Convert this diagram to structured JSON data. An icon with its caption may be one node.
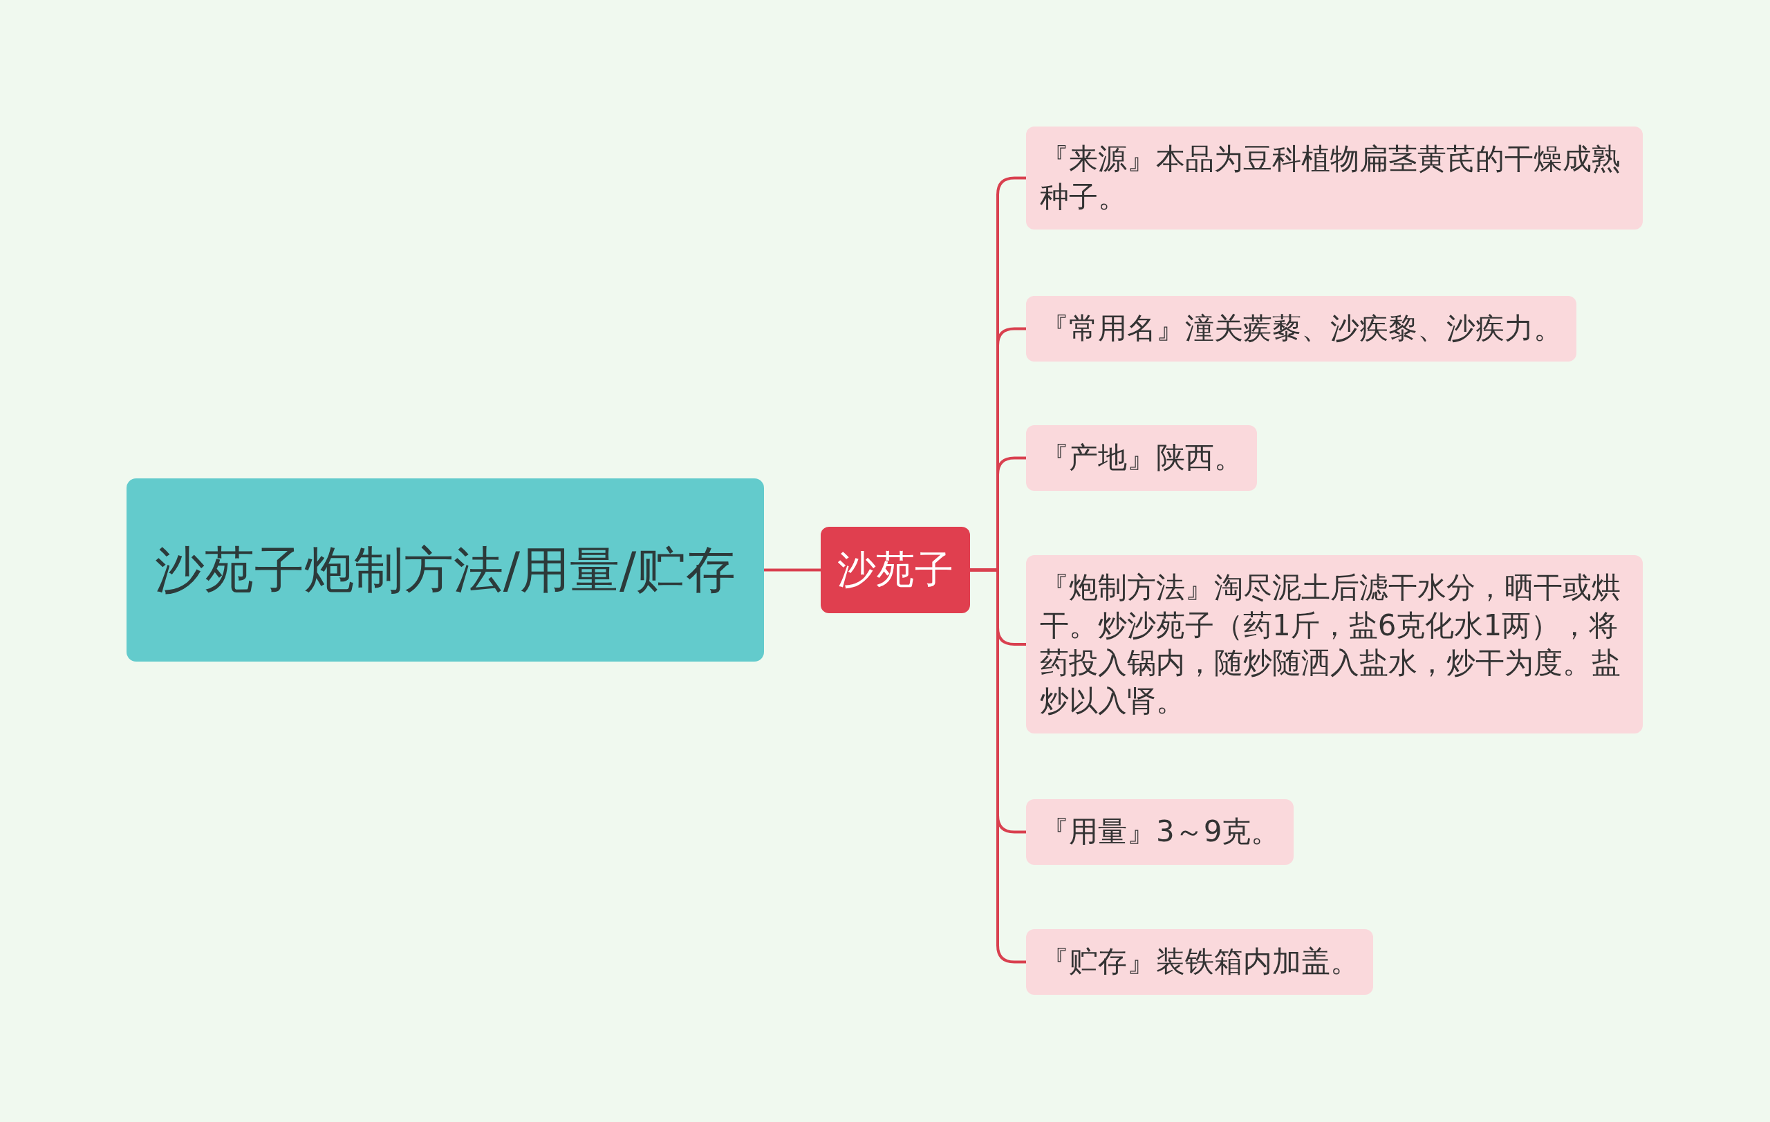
{
  "diagram": {
    "nodes": [
      {
        "text": [
          "沙苑子炮制方法/用量/贮存"
        ]
      },
      {
        "text": [
          "沙苑子"
        ]
      },
      {
        "text": [
          "『来源』本品为豆科植物扁茎黄芪的干燥成熟种子。"
        ]
      },
      {
        "text": [
          "『常用名』潼关蒺藜、沙疾黎、沙疾力。"
        ]
      },
      {
        "text": [
          "『产地』陕西。"
        ]
      },
      {
        "text": [
          "『炮制方法』淘尽泥土后滤干水分，晒干或烘干。炒沙苑子（药1斤，盐6克化水1两），将药投入锅内，随炒随洒入盐水，炒干为度。盐炒以入肾。"
        ]
      },
      {
        "text": [
          "『用量』3～9克。"
        ]
      },
      {
        "text": [
          "『贮存』装铁箱内加盖。"
        ]
      }
    ],
    "edges": [
      {
        "from": 0,
        "to": 1,
        "arrow": "none"
      },
      {
        "from": 1,
        "to": 2,
        "arrow": "none"
      },
      {
        "from": 1,
        "to": 3,
        "arrow": "none"
      },
      {
        "from": 1,
        "to": 4,
        "arrow": "none"
      },
      {
        "from": 1,
        "to": 5,
        "arrow": "none"
      },
      {
        "from": 1,
        "to": 6,
        "arrow": "none"
      },
      {
        "from": 1,
        "to": 7,
        "arrow": "none"
      }
    ]
  }
}
